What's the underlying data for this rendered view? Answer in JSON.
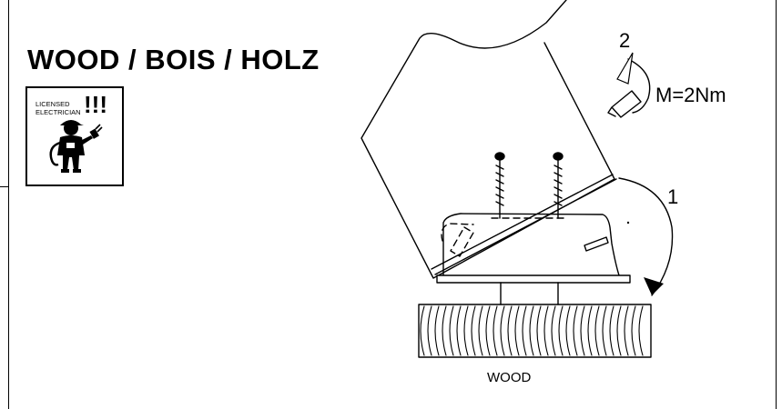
{
  "title": "WOOD / BOIS / HOLZ",
  "badge": {
    "line1": "LICENSED",
    "line2": "ELECTRICIAN",
    "exclaim": "!!!",
    "icon": "electrician-with-plug-icon"
  },
  "steps": {
    "step1": "1",
    "step2": "2",
    "torque": "M=2Nm"
  },
  "surface_label": "WOOD",
  "colors": {
    "ink": "#000000",
    "paper": "#ffffff"
  }
}
